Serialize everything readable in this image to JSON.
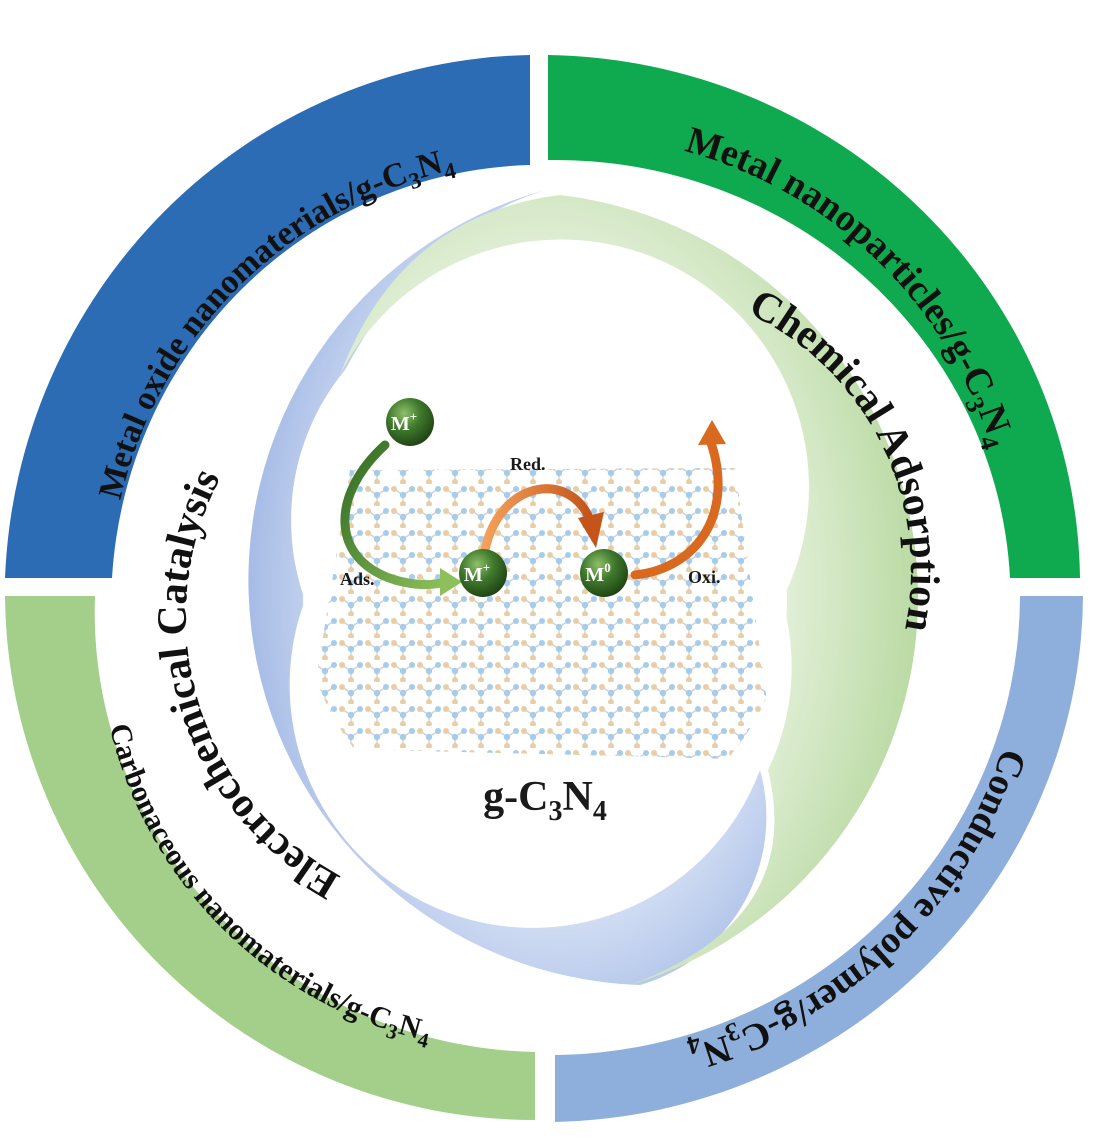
{
  "outer_ring": {
    "top_left": {
      "prefix": "Metal oxide nanomaterials/g-C",
      "sub1": "3",
      "mid": "N",
      "sub2": "4",
      "color": "#2b6cb4"
    },
    "top_right": {
      "prefix": "Metal nanoparticles/g-C",
      "sub1": "3",
      "mid": "N",
      "sub2": "4",
      "color": "#0faa4f"
    },
    "bottom_right": {
      "prefix": "Conductive polymer/g-C",
      "sub1": "3",
      "mid": "N",
      "sub2": "4",
      "color": "#8eaedc"
    },
    "bottom_left": {
      "prefix": "Carbonaceous nanomaterials/g-C",
      "sub1": "3",
      "mid": "N",
      "sub2": "4",
      "color": "#a3cf8a"
    }
  },
  "middle_ring": {
    "left_label": "Electrochemical Catalysis",
    "right_label": "Chemical Adsorption",
    "left_color": "#9fb6e3",
    "right_color": "#b6d89f"
  },
  "center": {
    "title_prefix": "g-C",
    "title_sub1": "3",
    "title_mid": "N",
    "title_sub2": "4",
    "ads": "Ads.",
    "red": "Red.",
    "oxi": "Oxi.",
    "ion_letter": "M",
    "ion_plus": "+",
    "metal_zero": "0",
    "green": "#3f7a2c",
    "orange": "#d9691f"
  }
}
